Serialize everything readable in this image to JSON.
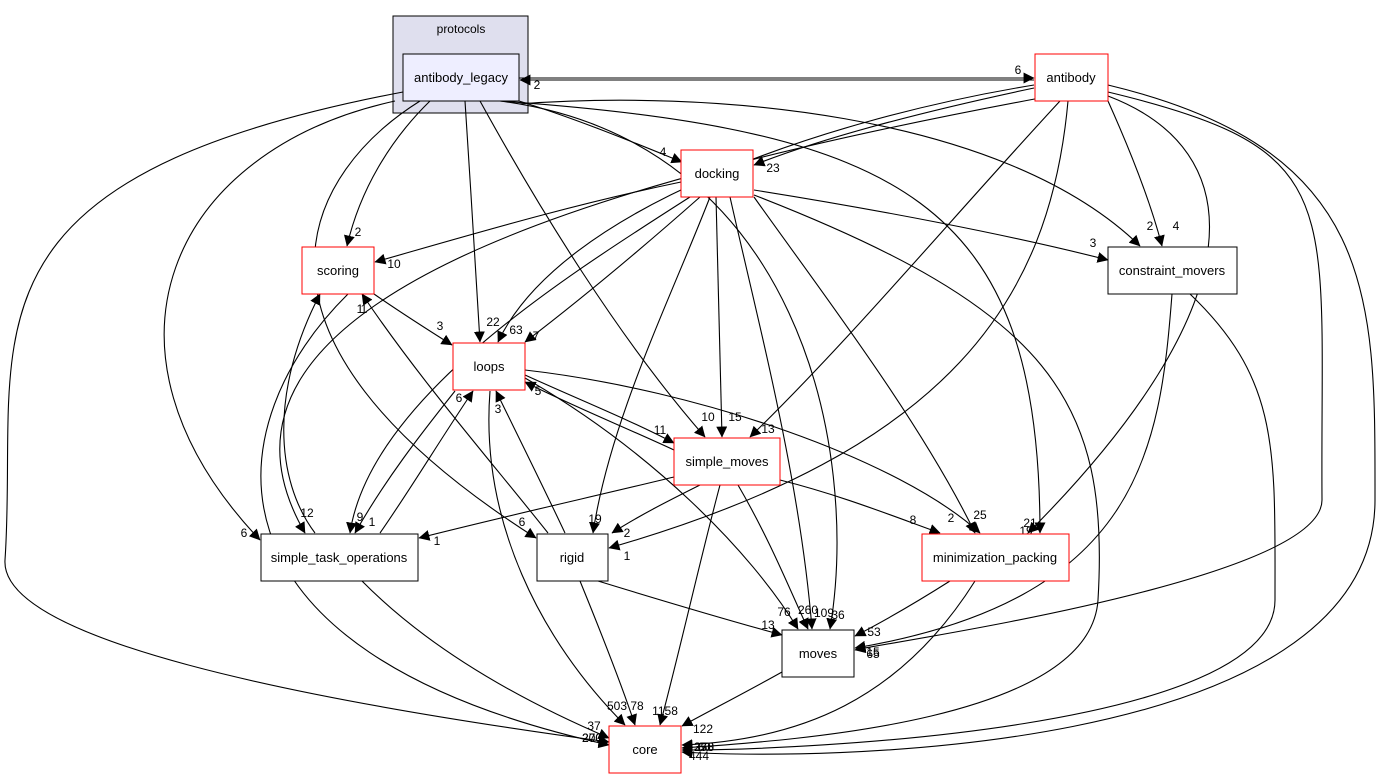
{
  "cluster": {
    "label": "protocols",
    "fill": "#dfdfee",
    "stroke": "#000000"
  },
  "colors": {
    "red_border": "#ff0000",
    "black_border": "#000000",
    "focus_fill": "#eeeeff",
    "node_fill": "#ffffff"
  },
  "nodes": [
    {
      "id": "antibody_legacy",
      "label": "antibody_legacy",
      "border": "black",
      "focus": true
    },
    {
      "id": "antibody",
      "label": "antibody",
      "border": "red"
    },
    {
      "id": "docking",
      "label": "docking",
      "border": "red"
    },
    {
      "id": "scoring",
      "label": "scoring",
      "border": "red"
    },
    {
      "id": "constraint_movers",
      "label": "constraint_movers",
      "border": "black"
    },
    {
      "id": "loops",
      "label": "loops",
      "border": "red"
    },
    {
      "id": "simple_moves",
      "label": "simple_moves",
      "border": "red"
    },
    {
      "id": "simple_task_operations",
      "label": "simple_task_operations",
      "border": "black"
    },
    {
      "id": "rigid",
      "label": "rigid",
      "border": "black"
    },
    {
      "id": "minimization_packing",
      "label": "minimization_packing",
      "border": "red"
    },
    {
      "id": "moves",
      "label": "moves",
      "border": "black"
    },
    {
      "id": "core",
      "label": "core",
      "border": "red"
    }
  ],
  "edges": [
    {
      "from": "antibody_legacy",
      "to": "antibody",
      "label": "6"
    },
    {
      "from": "antibody",
      "to": "antibody_legacy",
      "label": "2"
    },
    {
      "from": "antibody_legacy",
      "to": "docking",
      "label": "4"
    },
    {
      "from": "antibody",
      "to": "docking",
      "label": "23"
    },
    {
      "from": "antibody_legacy",
      "to": "scoring",
      "label": "2"
    },
    {
      "from": "docking",
      "to": "scoring",
      "label": "10"
    },
    {
      "from": "antibody_legacy",
      "to": "constraint_movers",
      "label": "2"
    },
    {
      "from": "antibody",
      "to": "constraint_movers",
      "label": "4"
    },
    {
      "from": "docking",
      "to": "constraint_movers",
      "label": "3"
    },
    {
      "from": "antibody_legacy",
      "to": "loops",
      "label": "22"
    },
    {
      "from": "antibody",
      "to": "loops",
      "label": "63"
    },
    {
      "from": "docking",
      "to": "loops",
      "label": "7"
    },
    {
      "from": "scoring",
      "to": "loops",
      "label": "3"
    },
    {
      "from": "simple_task_operations",
      "to": "loops",
      "label": "6"
    },
    {
      "from": "rigid",
      "to": "loops",
      "label": "3"
    },
    {
      "from": "simple_moves",
      "to": "loops",
      "label": "5"
    },
    {
      "from": "antibody_legacy",
      "to": "simple_moves",
      "label": "10"
    },
    {
      "from": "docking",
      "to": "simple_moves",
      "label": "15"
    },
    {
      "from": "antibody",
      "to": "simple_moves",
      "label": "13"
    },
    {
      "from": "loops",
      "to": "simple_moves",
      "label": "11"
    },
    {
      "from": "antibody_legacy",
      "to": "simple_task_operations",
      "label": "6"
    },
    {
      "from": "antibody",
      "to": "simple_task_operations",
      "label": "12"
    },
    {
      "from": "docking",
      "to": "simple_task_operations",
      "label": "9"
    },
    {
      "from": "loops",
      "to": "simple_task_operations",
      "label": "1"
    },
    {
      "from": "simple_moves",
      "to": "simple_task_operations",
      "label": "1"
    },
    {
      "from": "simple_task_operations",
      "to": "scoring",
      "label": "1"
    },
    {
      "from": "rigid",
      "to": "scoring",
      "label": "1"
    },
    {
      "from": "antibody_legacy",
      "to": "rigid",
      "label": "6"
    },
    {
      "from": "docking",
      "to": "rigid",
      "label": "19"
    },
    {
      "from": "simple_moves",
      "to": "rigid",
      "label": "2"
    },
    {
      "from": "antibody",
      "to": "rigid",
      "label": "1"
    },
    {
      "from": "simple_moves",
      "to": "minimization_packing",
      "label": "8"
    },
    {
      "from": "loops",
      "to": "minimization_packing",
      "label": "2"
    },
    {
      "from": "docking",
      "to": "minimization_packing",
      "label": "25"
    },
    {
      "from": "antibody_legacy",
      "to": "minimization_packing",
      "label": "21"
    },
    {
      "from": "antibody",
      "to": "minimization_packing",
      "label": "19"
    },
    {
      "from": "loops",
      "to": "moves",
      "label": "76"
    },
    {
      "from": "docking",
      "to": "moves",
      "label": "260"
    },
    {
      "from": "antibody_legacy",
      "to": "moves",
      "label": "109"
    },
    {
      "from": "simple_moves",
      "to": "moves",
      "label": "36"
    },
    {
      "from": "rigid",
      "to": "moves",
      "label": "13"
    },
    {
      "from": "minimization_packing",
      "to": "moves",
      "label": "53"
    },
    {
      "from": "constraint_movers",
      "to": "moves",
      "label": "65"
    },
    {
      "from": "antibody",
      "to": "moves",
      "label": "15"
    },
    {
      "from": "simple_task_operations",
      "to": "core",
      "label": "37"
    },
    {
      "from": "scoring",
      "to": "core",
      "label": "270"
    },
    {
      "from": "antibody_legacy",
      "to": "core",
      "label": "200"
    },
    {
      "from": "loops",
      "to": "core",
      "label": "503"
    },
    {
      "from": "rigid",
      "to": "core",
      "label": "78"
    },
    {
      "from": "simple_moves",
      "to": "core",
      "label": "1158"
    },
    {
      "from": "moves",
      "to": "core",
      "label": "122"
    },
    {
      "from": "minimization_packing",
      "to": "core",
      "label": "278"
    },
    {
      "from": "docking",
      "to": "core",
      "label": "350"
    },
    {
      "from": "constraint_movers",
      "to": "core",
      "label": "60"
    },
    {
      "from": "antibody",
      "to": "core",
      "label": "444"
    }
  ]
}
